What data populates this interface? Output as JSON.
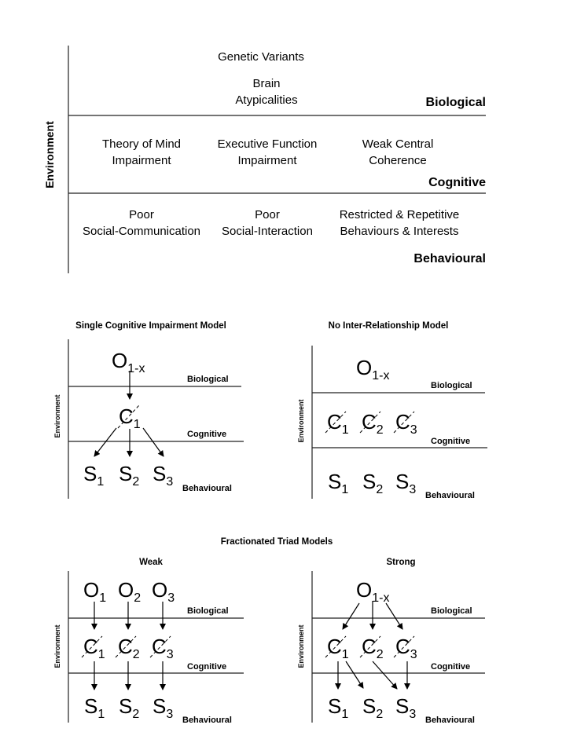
{
  "top": {
    "environment": "Environment",
    "biological_label": "Biological",
    "cognitive_label": "Cognitive",
    "behavioural_label": "Behavioural",
    "biological_items": [
      "Genetic Variants",
      "Brain",
      "Atypicalities"
    ],
    "cognitive_items": [
      [
        "Theory of Mind",
        "Impairment"
      ],
      [
        "Executive Function",
        "Impairment"
      ],
      [
        "Weak Central",
        "Coherence"
      ]
    ],
    "behavioural_items": [
      [
        "Poor",
        "Social-Communication"
      ],
      [
        "Poor",
        "Social-Interaction"
      ],
      [
        "Restricted & Repetitive",
        "Behaviours & Interests"
      ]
    ]
  },
  "section_title": "Fractionated Triad Models",
  "panels": [
    {
      "title": "Single Cognitive Impairment Model",
      "environment": "Environment",
      "biological": "Biological",
      "cognitive": "Cognitive",
      "behavioural": "Behavioural",
      "O": [
        {
          "m": "O",
          "s": "1-x"
        }
      ],
      "C": [
        {
          "m": "C",
          "s": "1"
        }
      ],
      "S": [
        {
          "m": "S",
          "s": "1"
        },
        {
          "m": "S",
          "s": "2"
        },
        {
          "m": "S",
          "s": "3"
        }
      ]
    },
    {
      "title": "No Inter-Relationship Model",
      "environment": "Environment",
      "biological": "Biological",
      "cognitive": "Cognitive",
      "behavioural": "Behavioural",
      "O": [
        {
          "m": "O",
          "s": "1-x"
        }
      ],
      "C": [
        {
          "m": "C",
          "s": "1"
        },
        {
          "m": "C",
          "s": "2"
        },
        {
          "m": "C",
          "s": "3"
        }
      ],
      "S": [
        {
          "m": "S",
          "s": "1"
        },
        {
          "m": "S",
          "s": "2"
        },
        {
          "m": "S",
          "s": "3"
        }
      ]
    },
    {
      "title": "Weak",
      "environment": "Environment",
      "biological": "Biological",
      "cognitive": "Cognitive",
      "behavioural": "Behavioural",
      "O": [
        {
          "m": "O",
          "s": "1"
        },
        {
          "m": "O",
          "s": "2"
        },
        {
          "m": "O",
          "s": "3"
        }
      ],
      "C": [
        {
          "m": "C",
          "s": "1"
        },
        {
          "m": "C",
          "s": "2"
        },
        {
          "m": "C",
          "s": "3"
        }
      ],
      "S": [
        {
          "m": "S",
          "s": "1"
        },
        {
          "m": "S",
          "s": "2"
        },
        {
          "m": "S",
          "s": "3"
        }
      ]
    },
    {
      "title": "Strong",
      "environment": "Environment",
      "biological": "Biological",
      "cognitive": "Cognitive",
      "behavioural": "Behavioural",
      "O": [
        {
          "m": "O",
          "s": "1-x"
        }
      ],
      "C": [
        {
          "m": "C",
          "s": "1"
        },
        {
          "m": "C",
          "s": "2"
        },
        {
          "m": "C",
          "s": "3"
        }
      ],
      "S": [
        {
          "m": "S",
          "s": "1"
        },
        {
          "m": "S",
          "s": "2"
        },
        {
          "m": "S",
          "s": "3"
        }
      ]
    }
  ]
}
